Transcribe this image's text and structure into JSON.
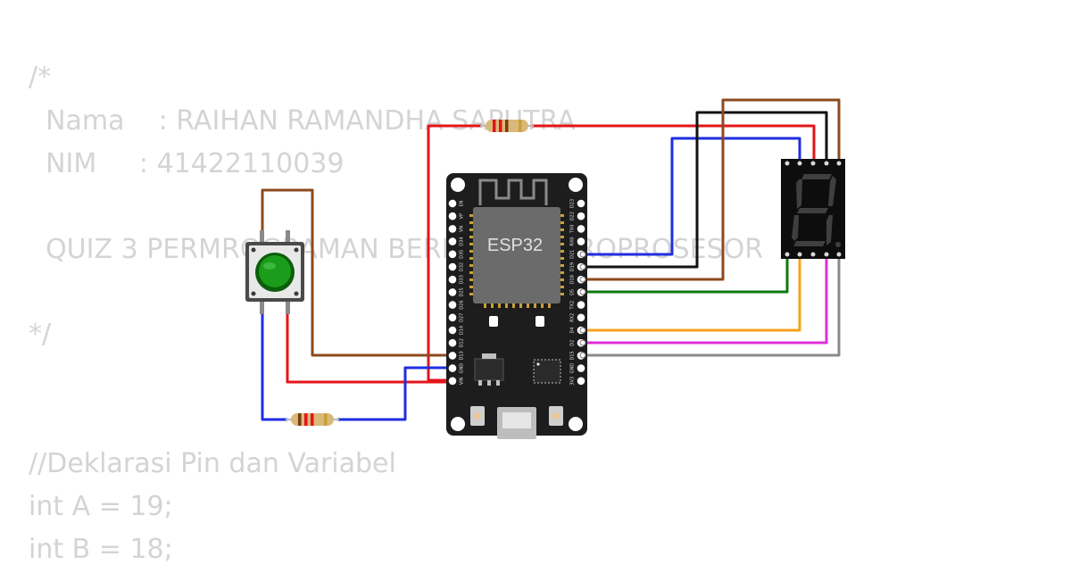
{
  "code": {
    "comment_open": "/*",
    "name_line": "  Nama    : RAIHAN RAMANDHA SAPUTRA",
    "nim_line": "  NIM     : 41422110039",
    "quiz_line": "  QUIZ 3 PERMROGRAMAN BERBASIS MIKROPROSESOR",
    "comment_close": "*/",
    "decl_comment": "//Deklarasi Pin dan Variabel",
    "int_a": "int A = 19;",
    "int_b": "int B = 18;"
  },
  "board": {
    "label": "ESP32",
    "left_pins": [
      "EN",
      "VP",
      "VN",
      "D34",
      "D35",
      "D32",
      "D33",
      "D25",
      "D26",
      "D27",
      "D14",
      "D12",
      "D13",
      "GND",
      "VIN"
    ],
    "right_pins": [
      "D23",
      "D22",
      "TX0",
      "RX0",
      "D21",
      "D19",
      "D18",
      "D5",
      "TX2",
      "RX2",
      "D4",
      "D2",
      "D15",
      "GND",
      "3V3"
    ]
  },
  "colors": {
    "red": "#e3151a",
    "brown": "#8b4a1c",
    "blue": "#1f2ee0",
    "black": "#111111",
    "green": "#0e7a0e",
    "orange": "#f5a21b",
    "magenta": "#e02ed8",
    "gray": "#8a8a8a",
    "board": "#1d1d1d",
    "code_text": "#d4d4d4"
  }
}
